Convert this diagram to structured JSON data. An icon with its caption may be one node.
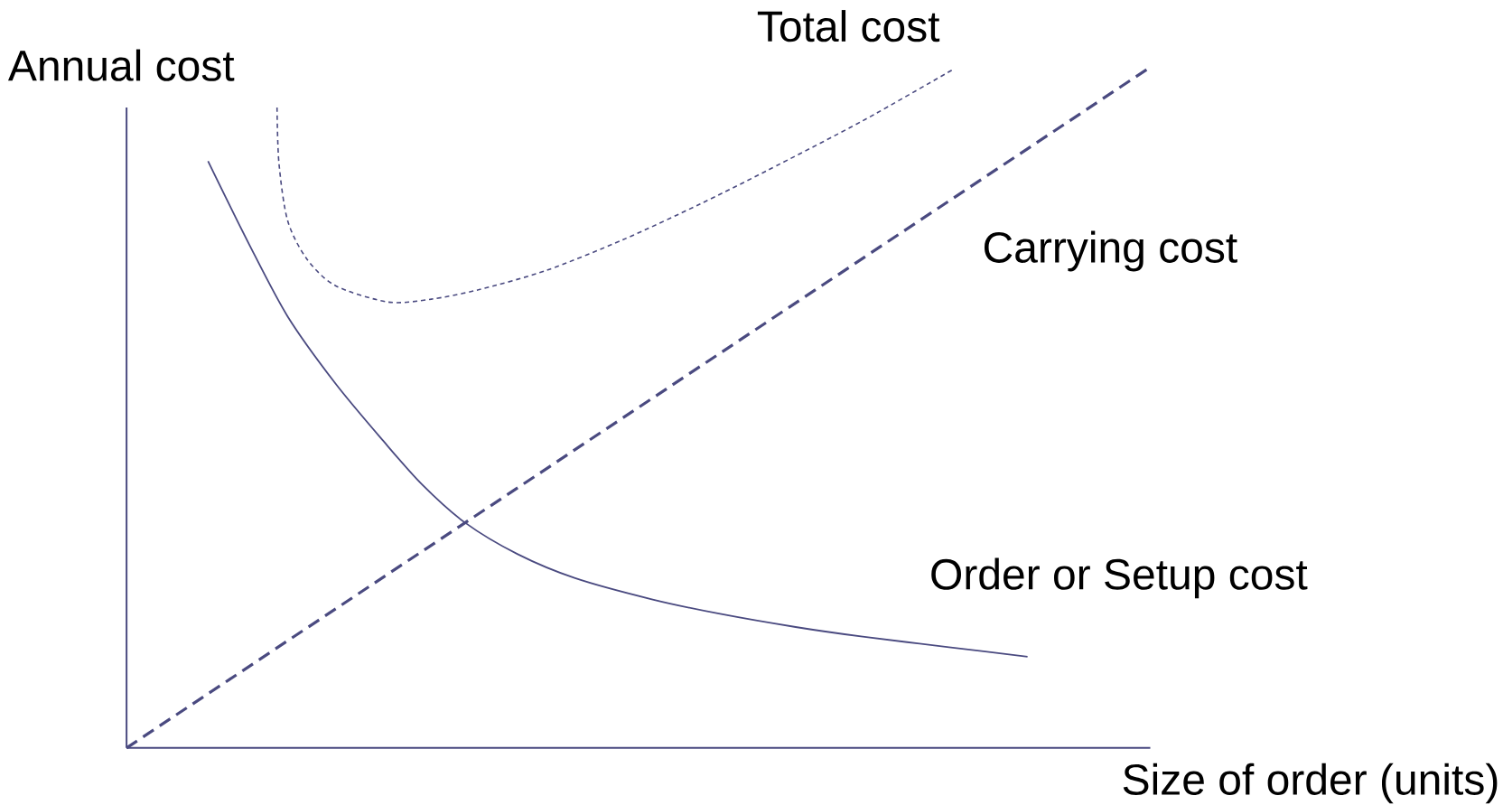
{
  "diagram": {
    "labels": [
      "Total cost",
      "Annual cost",
      "Carrying cost",
      "Order or Setup cost",
      "Size of order (units)"
    ]
  }
}
